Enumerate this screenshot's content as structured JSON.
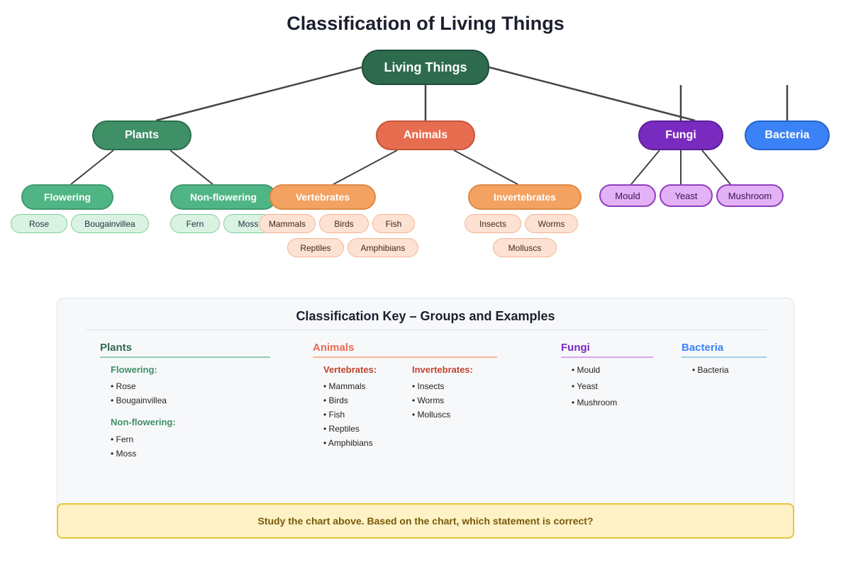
{
  "title": "Classification of Living Things",
  "tree": {
    "root": "Living Things",
    "plants": {
      "label": "Plants",
      "flowering": {
        "label": "Flowering",
        "examples": [
          "Rose",
          "Bougainvillea"
        ]
      },
      "nonflowering": {
        "label": "Non-flowering",
        "examples": [
          "Fern",
          "Moss"
        ]
      }
    },
    "animals": {
      "label": "Animals",
      "vertebrates": {
        "label": "Vertebrates",
        "examples": [
          "Mammals",
          "Birds",
          "Fish",
          "Reptiles",
          "Amphibians"
        ]
      },
      "invertebrates": {
        "label": "Invertebrates",
        "examples": [
          "Insects",
          "Worms",
          "Molluscs"
        ]
      }
    },
    "fungi": {
      "label": "Fungi",
      "examples": [
        "Mould",
        "Yeast",
        "Mushroom"
      ]
    },
    "bacteria": {
      "label": "Bacteria"
    }
  },
  "key": {
    "title": "Classification Key – Groups and Examples",
    "plants": {
      "heading": "Plants",
      "flowering_heading": "Flowering:",
      "flowering_items": [
        "• Rose",
        "• Bougainvillea"
      ],
      "nonflowering_heading": "Non-flowering:",
      "nonflowering_items": [
        "• Fern",
        "• Moss"
      ]
    },
    "animals": {
      "heading": "Animals",
      "vertebrates_heading": "Vertebrates:",
      "vertebrates_items": [
        "• Mammals",
        "• Birds",
        "• Fish",
        "• Reptiles",
        "• Amphibians"
      ],
      "invertebrates_heading": "Invertebrates:",
      "invertebrates_items": [
        "• Insects",
        "• Worms",
        "• Molluscs"
      ]
    },
    "fungi": {
      "heading": "Fungi",
      "items": [
        "• Mould",
        "• Yeast",
        "• Mushroom"
      ]
    },
    "bacteria": {
      "heading": "Bacteria",
      "items": [
        "• Bacteria"
      ]
    }
  },
  "question": "Study the chart above. Based on the chart, which statement is correct?",
  "colors": {
    "plants": "#3f8f67",
    "animals": "#e76d50",
    "fungi": "#7a2bbf",
    "bacteria": "#3b82f6",
    "root": "#2e6b4e"
  }
}
